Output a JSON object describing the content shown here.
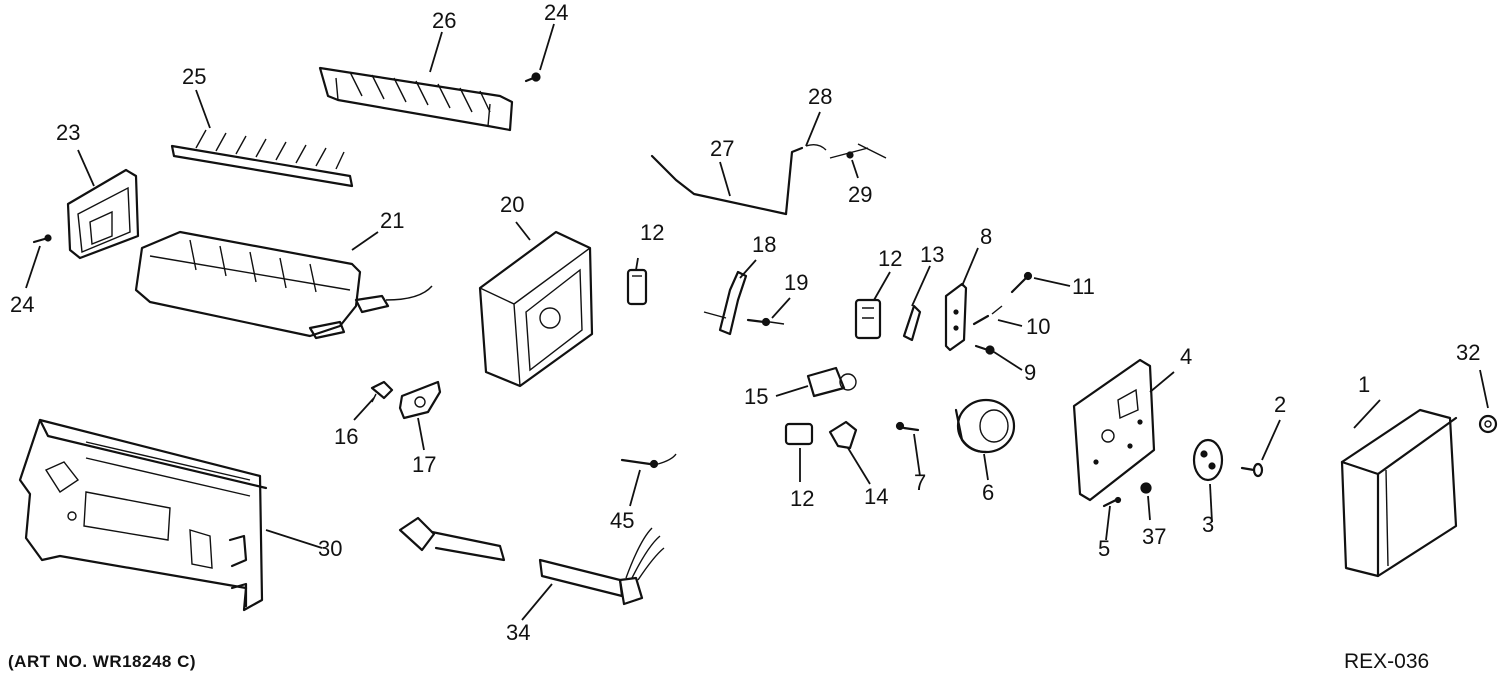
{
  "diagram": {
    "callouts": [
      {
        "id": "c1",
        "label": "1"
      },
      {
        "id": "c2",
        "label": "2"
      },
      {
        "id": "c3",
        "label": "3"
      },
      {
        "id": "c4",
        "label": "4"
      },
      {
        "id": "c5",
        "label": "5"
      },
      {
        "id": "c6",
        "label": "6"
      },
      {
        "id": "c7",
        "label": "7"
      },
      {
        "id": "c8",
        "label": "8"
      },
      {
        "id": "c9",
        "label": "9"
      },
      {
        "id": "c10",
        "label": "10"
      },
      {
        "id": "c11",
        "label": "11"
      },
      {
        "id": "c12a",
        "label": "12"
      },
      {
        "id": "c12b",
        "label": "12"
      },
      {
        "id": "c12c",
        "label": "12"
      },
      {
        "id": "c13",
        "label": "13"
      },
      {
        "id": "c14",
        "label": "14"
      },
      {
        "id": "c15",
        "label": "15"
      },
      {
        "id": "c16",
        "label": "16"
      },
      {
        "id": "c17",
        "label": "17"
      },
      {
        "id": "c18",
        "label": "18"
      },
      {
        "id": "c19",
        "label": "19"
      },
      {
        "id": "c20",
        "label": "20"
      },
      {
        "id": "c21",
        "label": "21"
      },
      {
        "id": "c23",
        "label": "23"
      },
      {
        "id": "c24a",
        "label": "24"
      },
      {
        "id": "c24b",
        "label": "24"
      },
      {
        "id": "c25",
        "label": "25"
      },
      {
        "id": "c26",
        "label": "26"
      },
      {
        "id": "c27",
        "label": "27"
      },
      {
        "id": "c28",
        "label": "28"
      },
      {
        "id": "c29",
        "label": "29"
      },
      {
        "id": "c30",
        "label": "30"
      },
      {
        "id": "c32",
        "label": "32"
      },
      {
        "id": "c34",
        "label": "34"
      },
      {
        "id": "c37",
        "label": "37"
      },
      {
        "id": "c45",
        "label": "45"
      }
    ]
  },
  "footer": {
    "art_no": "(ART NO. WR18248 C)",
    "ref_code": "REX-036"
  }
}
